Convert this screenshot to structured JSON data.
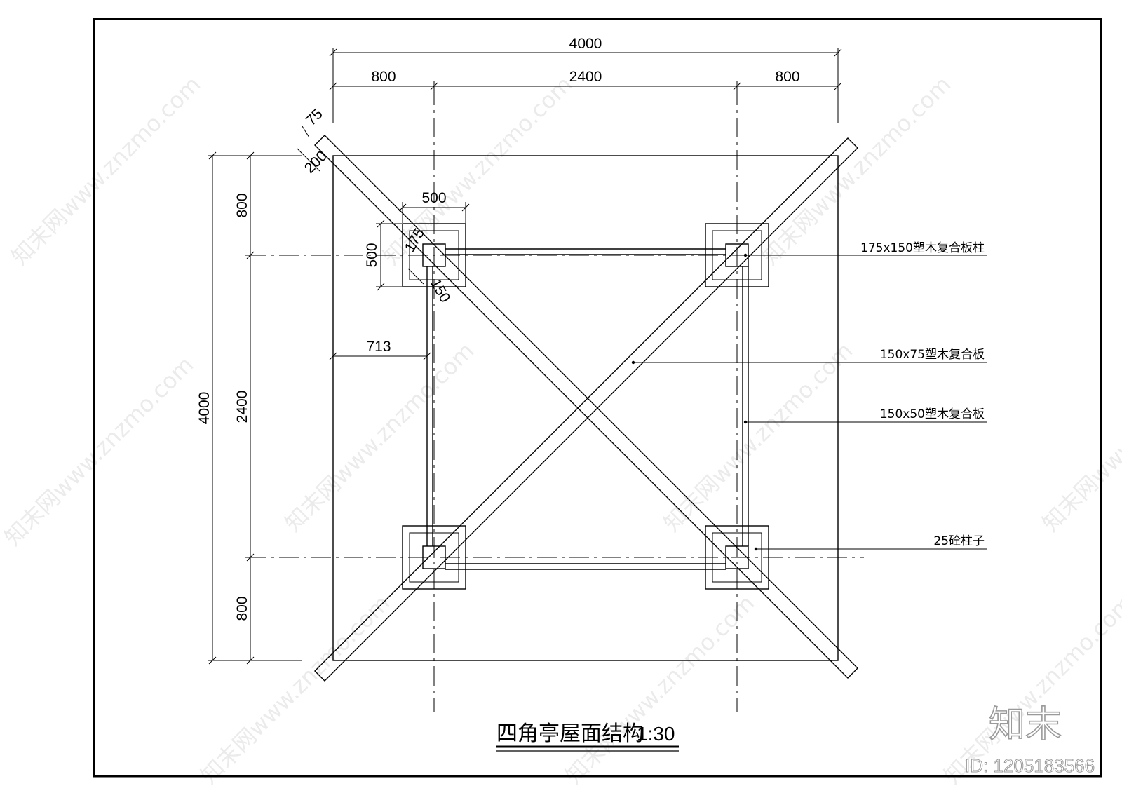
{
  "drawing": {
    "title": "四角亭屋面结构",
    "scale": "1:30",
    "dimensions": {
      "top_overall": "4000",
      "top_left": "800",
      "top_middle": "2400",
      "top_right": "800",
      "left_overall": "4000",
      "left_top": "800",
      "left_middle": "2400",
      "left_bottom": "800",
      "member_75": "75",
      "member_200": "200",
      "base_width": "500",
      "base_height": "500",
      "post_175": "175",
      "post_150": "150",
      "offset_713": "713"
    },
    "callouts": [
      {
        "label": "175x150塑木复合板柱"
      },
      {
        "label": "150x75塑木复合板"
      },
      {
        "label": "150x50塑木复合板"
      },
      {
        "label": "25砼柱子"
      }
    ]
  },
  "watermark": {
    "logo": "知末",
    "id": "ID: 1205183566",
    "site": "知末网www.znzmo.com"
  },
  "colors": {
    "ink": "#000000",
    "paper": "#ffffff",
    "watermark": "#c8c8c8"
  }
}
